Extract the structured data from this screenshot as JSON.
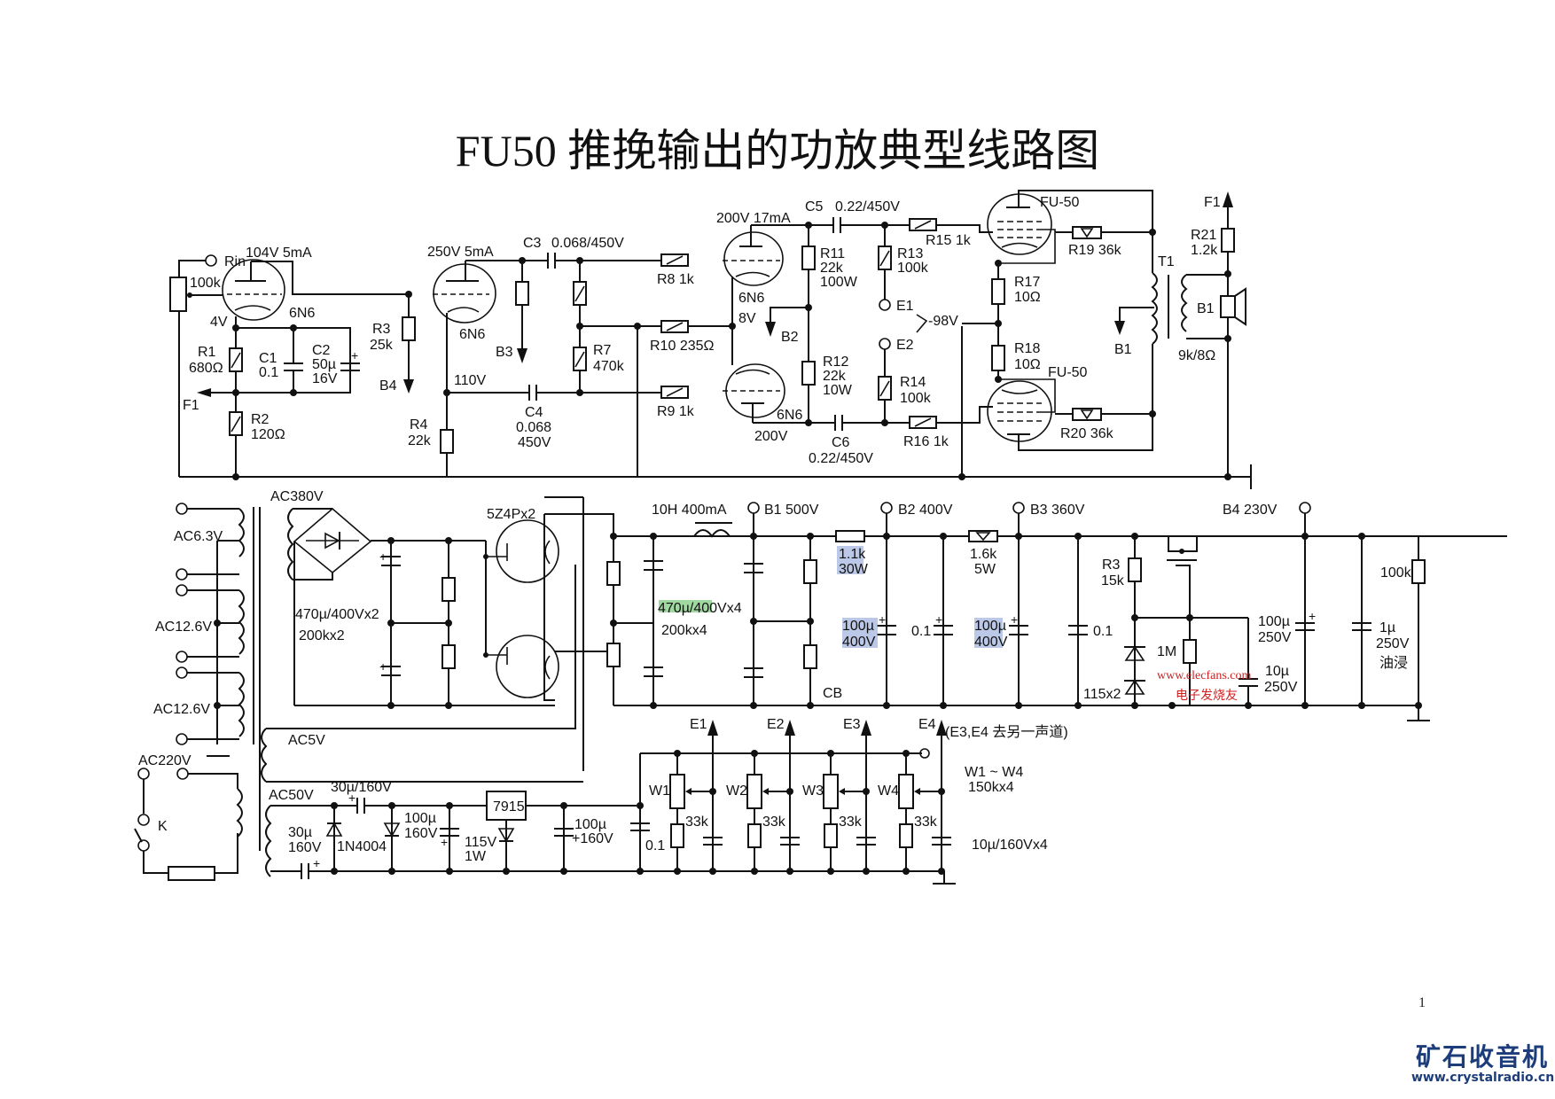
{
  "title": "FU50 推挽输出的功放典型线路图",
  "page_number": "1",
  "logo": {
    "name": "矿石收音机",
    "url": "www.crystalradio.cn",
    "color": "#1c3d7a"
  },
  "watermark": {
    "url": "www.elecfans.com",
    "name": "电子发烧友",
    "color": "#d02020"
  },
  "amplifier": {
    "input": {
      "label": "Rin",
      "pot": "100k"
    },
    "v1": {
      "type": "6N6",
      "plate": "104V  5mA",
      "cathode": "4V"
    },
    "r1": {
      "name": "R1",
      "value": "680Ω"
    },
    "r2": {
      "name": "R2",
      "value": "120Ω"
    },
    "c1": {
      "name": "C1",
      "value": "0.1"
    },
    "c2": {
      "name": "C2",
      "value": "50µ",
      "voltage": "16V"
    },
    "feedback_out": "F1",
    "r3": {
      "name": "R3",
      "value": "25k"
    },
    "b4": "B4",
    "v2": {
      "type": "6N6",
      "plate": "250V 5mA",
      "cathode": "110V"
    },
    "b3": "B3",
    "r4": {
      "name": "R4",
      "value": "22k"
    },
    "c3": {
      "name": "C3",
      "value": "0.068/450V"
    },
    "c4": {
      "name": "C4",
      "value": "0.068",
      "voltage": "450V"
    },
    "r7": {
      "name": "R7",
      "value": "470k"
    },
    "r8": {
      "name": "R8",
      "value": "1k"
    },
    "r9": {
      "name": "R9",
      "value": "1k"
    },
    "r10": {
      "name": "R10",
      "value": "235Ω"
    },
    "v3": {
      "type": "6N6",
      "plate": "200V 17mA",
      "cathode": "8V"
    },
    "v4": {
      "type": "6N6",
      "plate": "200V"
    },
    "b2": "B2",
    "r11": {
      "name": "R11",
      "value": "22k",
      "power": "100W"
    },
    "r12": {
      "name": "R12",
      "value": "22k",
      "power": "10W"
    },
    "c5": {
      "name": "C5",
      "value": "0.22/450V"
    },
    "c6": {
      "name": "C6",
      "value": "0.22/450V"
    },
    "r13": {
      "name": "R13",
      "value": "100k"
    },
    "r14": {
      "name": "R14",
      "value": "100k"
    },
    "e1": "E1",
    "e2": "E2",
    "bias": "-98V",
    "r15": {
      "name": "R15",
      "value": "1k"
    },
    "r16": {
      "name": "R16",
      "value": "1k"
    },
    "v5": {
      "type": "FU-50"
    },
    "v6": {
      "type": "FU-50"
    },
    "r17": {
      "name": "R17",
      "value": "10Ω"
    },
    "r18": {
      "name": "R18",
      "value": "10Ω"
    },
    "r19": {
      "name": "R19",
      "value": "36k"
    },
    "r20": {
      "name": "R20",
      "value": "36k"
    },
    "t1": {
      "name": "T1",
      "ratio": "9k/8Ω",
      "tap": "B1"
    },
    "r21": {
      "name": "R21",
      "value": "1.2k"
    },
    "speaker": "B1",
    "f1": "F1"
  },
  "power_supply": {
    "windings": [
      "AC6.3V",
      "AC12.6V",
      "AC12.6V",
      "AC220V",
      "AC380V",
      "AC5V",
      "AC50V"
    ],
    "switch": "K",
    "bridge_caps": "470µ/400Vx2",
    "bridge_res": "200kx2",
    "rectifier": "5Z4Px2",
    "choke": "10H  400mA",
    "filter_caps": "470µ/400Vx4",
    "filter_res": "200kx4",
    "b1": {
      "label": "B1",
      "voltage": "500V"
    },
    "b2": {
      "label": "B2",
      "voltage": "400V"
    },
    "b3": {
      "label": "B3",
      "voltage": "360V"
    },
    "b4": {
      "label": "B4",
      "voltage": "230V"
    },
    "r_b2": {
      "value": "1.1k",
      "power": "30W"
    },
    "r_b3": {
      "value": "1.6k",
      "power": "5W"
    },
    "cb": "CB",
    "c_b2": {
      "value": "100µ",
      "voltage": "400V"
    },
    "c_01a": "0.1",
    "c_b3": {
      "value": "100µ",
      "voltage": "400V"
    },
    "c_01b": "0.1",
    "reg_r3": {
      "name": "R3",
      "value": "15k"
    },
    "zener": "115x2",
    "r_1m": "1M",
    "c_b4": {
      "value": "100µ",
      "voltage": "250V"
    },
    "c_10u": {
      "value": "10µ",
      "voltage": "250V"
    },
    "c_1u": {
      "value": "1µ",
      "voltage": "250V",
      "note": "油浸"
    },
    "r_bleed": "100k"
  },
  "bias_supply": {
    "c_in": "30µ/160V",
    "c_in2": {
      "value": "30µ",
      "voltage": "160V"
    },
    "diode": "1N4004",
    "c_filter": {
      "value": "100µ",
      "voltage": "160V"
    },
    "regulator": "7915",
    "zener": {
      "value": "115V",
      "power": "1W"
    },
    "c_out": {
      "value": "100µ",
      "voltage": "+160V"
    },
    "c_01": "0.1",
    "pots": [
      "W1",
      "W2",
      "W3",
      "W4"
    ],
    "pot_res": "33k",
    "outputs": [
      "E1",
      "E2",
      "E3",
      "E4"
    ],
    "note": "(E3,E4 去另一声道)",
    "pot_spec": "W1 ~ W4",
    "pot_spec2": "150kx4",
    "caps_spec": "10µ/160Vx4"
  }
}
